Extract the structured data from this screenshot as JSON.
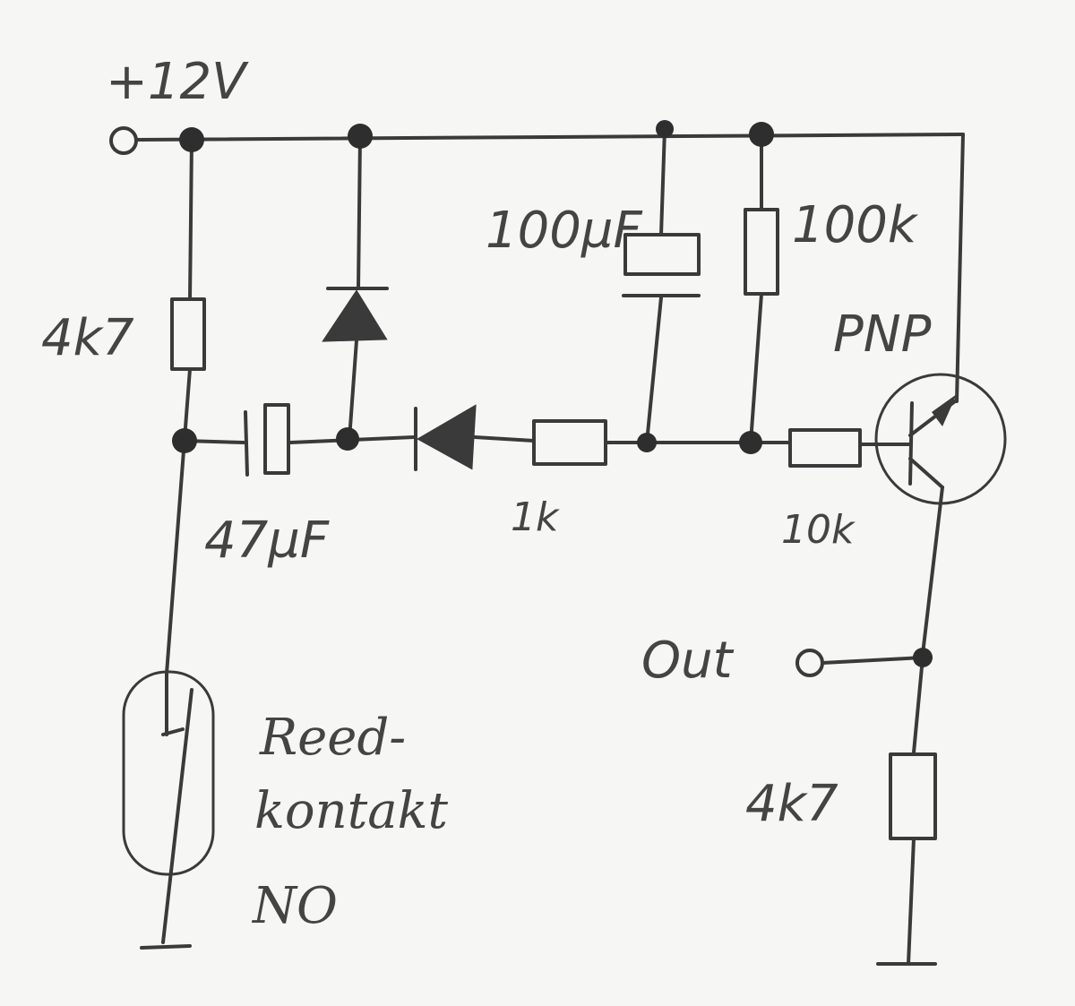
{
  "labels": {
    "supply": "+12V",
    "r_input": "4k7",
    "c_coupling": "47µF",
    "c_timing": "100µF",
    "r_bias": "100k",
    "transistor_type": "PNP",
    "r_series": "1k",
    "r_base": "10k",
    "output": "Out",
    "r_load": "4k7",
    "reed_line1": "Reed-",
    "reed_line2": "kontakt",
    "reed_line3": "NO"
  }
}
